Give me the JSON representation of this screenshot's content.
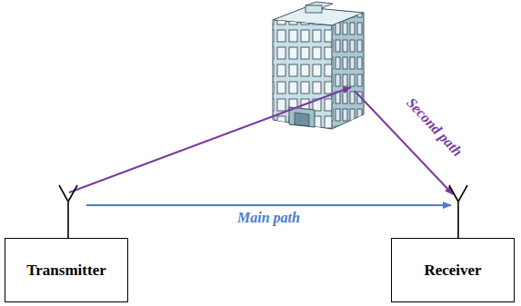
{
  "diagram": {
    "nodes": [
      {
        "text": [
          "Transmitter"
        ]
      },
      {
        "text": [
          "Receiver"
        ]
      }
    ],
    "edges": [
      {
        "from": 0,
        "to": 1,
        "label": "Main path",
        "arrow": "to"
      }
    ],
    "labels": [
      "Second path"
    ]
  }
}
